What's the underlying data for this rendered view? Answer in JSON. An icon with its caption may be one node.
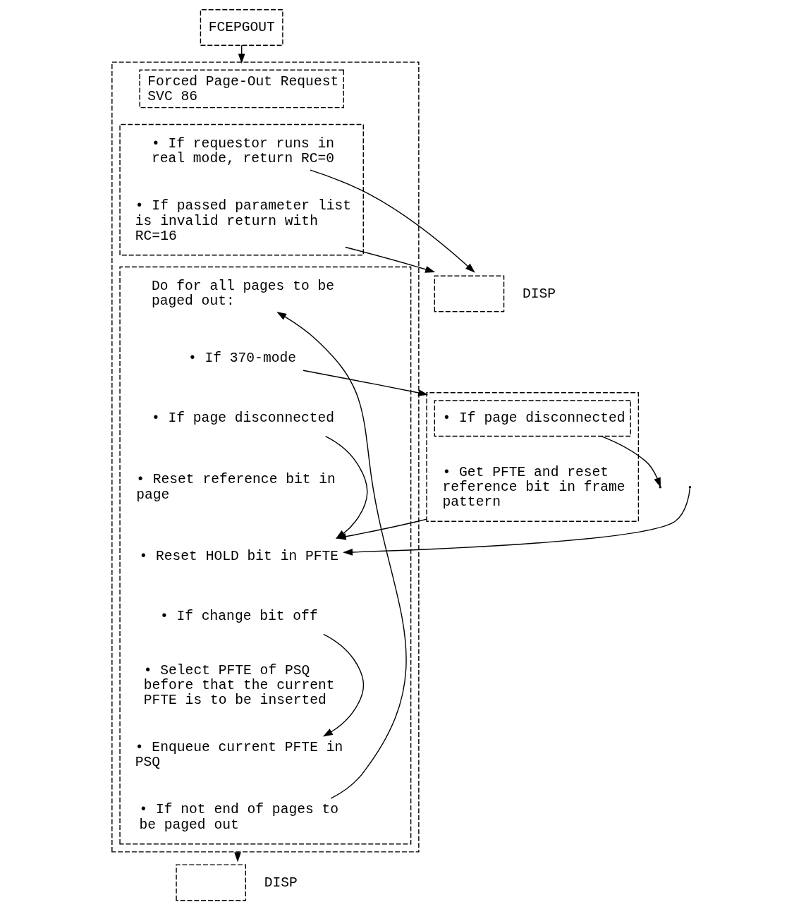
{
  "diagram": {
    "nodes": [
      {
        "text": [
          "FCEPGOUT"
        ]
      },
      {
        "text": [],
        "shape": "box"
      },
      {
        "text": [
          "Forced Page-Out Request SVC 86"
        ],
        "in": 1
      },
      {
        "text": [],
        "shape": "box",
        "in": 1
      },
      {
        "text": [
          "• If requestor runs in real mode, return RC=0"
        ],
        "in": 3
      },
      {
        "text": [
          "• If passed parameter list is invalid return with RC=16"
        ],
        "in": 3
      },
      {
        "text": [],
        "shape": "box",
        "in": 1
      },
      {
        "text": [
          "Do for all pages to be paged out:"
        ],
        "in": 6
      },
      {
        "text": [
          "• If 370-mode"
        ],
        "in": 6
      },
      {
        "text": [
          "• If page disconnected"
        ],
        "in": 6
      },
      {
        "text": [
          "• Reset reference bit in page"
        ],
        "in": 6
      },
      {
        "text": [
          "• Reset HOLD bit in PFTE"
        ],
        "in": 6
      },
      {
        "text": [
          "• If change bit off"
        ],
        "in": 6
      },
      {
        "text": [
          "• Select PFTE of PSQ before that the current PFTE is to be inserted"
        ],
        "in": 6
      },
      {
        "text": [
          "• Enqueue current PFTE in PSQ"
        ],
        "in": 6
      },
      {
        "text": [
          "• If not end of pages to be paged out"
        ],
        "in": 6
      },
      {
        "text": [],
        "shape": "box",
        "beside": [
          "DISP"
        ]
      },
      {
        "text": [],
        "shape": "box"
      },
      {
        "text": [
          "• If page disconnected"
        ],
        "in": 17
      },
      {
        "text": [
          "• Get PFTE and reset reference bit in frame pattern"
        ],
        "in": 17
      },
      {
        "text": [],
        "shape": "box",
        "beside": [
          "DISP"
        ]
      }
    ],
    "edges": [
      {
        "from": 0,
        "to": 1,
        "arrow": "to"
      },
      {
        "from": 4,
        "to": 16,
        "arrow": "to"
      },
      {
        "from": 5,
        "to": 16,
        "arrow": "to"
      },
      {
        "from": 8,
        "to": 17,
        "arrow": "to"
      },
      {
        "from": 9,
        "to": 11,
        "arrow": "to"
      },
      {
        "from": 18,
        "to": null,
        "arrow": "to"
      },
      {
        "from": null,
        "to": 11,
        "arrow": "to"
      },
      {
        "from": 17,
        "to": 11,
        "arrow": "to"
      },
      {
        "from": 12,
        "to": 14,
        "arrow": "to"
      },
      {
        "from": 15,
        "to": 7,
        "arrow": "to"
      },
      {
        "from": 1,
        "to": 20,
        "arrow": "to"
      }
    ]
  }
}
